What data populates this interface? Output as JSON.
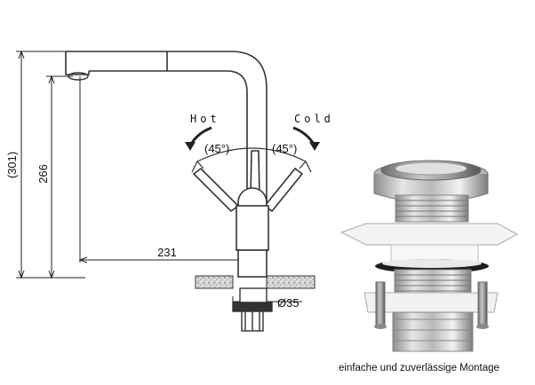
{
  "dimensions": {
    "total_height": "(301)",
    "spout_height": "266",
    "reach": "231",
    "diameter": "Ø35"
  },
  "labels": {
    "hot": "Hot",
    "cold": "Cold",
    "hot_angle": "(45°)",
    "cold_angle": "(45°)"
  },
  "caption": "einfache und zuverlässige Montage"
}
